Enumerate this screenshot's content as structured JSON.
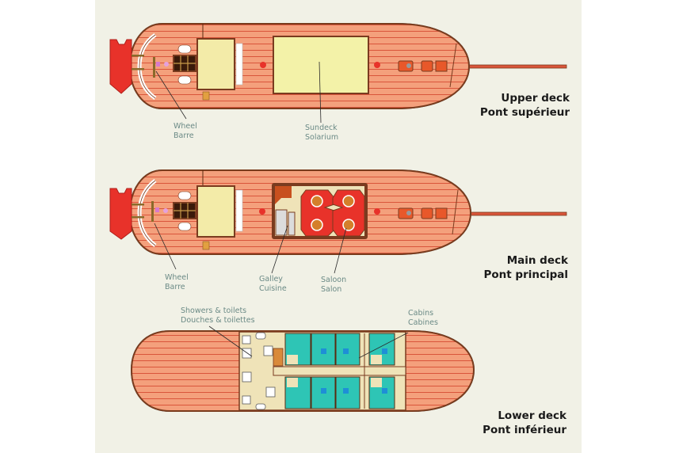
{
  "colors": {
    "background_panel": "#f1f1e6",
    "deck_wood": "#f2926e",
    "deck_planks": "#d9553a",
    "hull_outline": "#7a3b1f",
    "tender_red": "#e8322a",
    "hatch_yellow": "#f3eba8",
    "cabin_teal": "#2ec5b5",
    "cabin_blue": "#1e8fd6",
    "corridor_beige": "#efe3b8",
    "label_text": "#6b8a86",
    "title_text": "#1a1a1a"
  },
  "decks": [
    {
      "id": "upper",
      "title_en": "Upper deck",
      "title_fr": "Pont supérieur",
      "callouts": [
        {
          "en": "Wheel",
          "fr": "Barre"
        },
        {
          "en": "Sundeck",
          "fr": "Solarium"
        }
      ]
    },
    {
      "id": "main",
      "title_en": "Main deck",
      "title_fr": "Pont principal",
      "callouts": [
        {
          "en": "Wheel",
          "fr": "Barre"
        },
        {
          "en": "Galley",
          "fr": "Cuisine"
        },
        {
          "en": "Saloon",
          "fr": "Salon"
        }
      ]
    },
    {
      "id": "lower",
      "title_en": "Lower deck",
      "title_fr": "Pont inférieur",
      "callouts": [
        {
          "en": "Showers & toilets",
          "fr": "Douches & toilettes"
        },
        {
          "en": "Cabins",
          "fr": "Cabines"
        }
      ]
    }
  ]
}
